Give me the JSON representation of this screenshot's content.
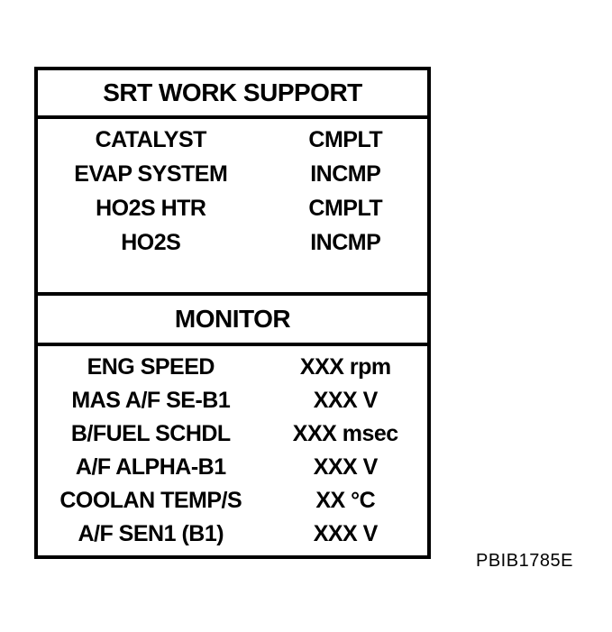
{
  "screen": {
    "title": "SRT WORK SUPPORT",
    "srt_rows": [
      {
        "label": "CATALYST",
        "value": "CMPLT"
      },
      {
        "label": "EVAP SYSTEM",
        "value": "INCMP"
      },
      {
        "label": "HO2S HTR",
        "value": "CMPLT"
      },
      {
        "label": "HO2S",
        "value": "INCMP"
      }
    ],
    "monitor_title": "MONITOR",
    "monitor_rows": [
      {
        "label": "ENG SPEED",
        "value": "XXX rpm"
      },
      {
        "label": "MAS A/F SE-B1",
        "value": "XXX V"
      },
      {
        "label": "B/FUEL SCHDL",
        "value": "XXX msec"
      },
      {
        "label": "A/F ALPHA-B1",
        "value": "XXX V"
      },
      {
        "label": "COOLAN TEMP/S",
        "value": "XX °C"
      },
      {
        "label": "A/F SEN1 (B1)",
        "value": "XXX V"
      }
    ]
  },
  "caption": "PBIB1785E",
  "colors": {
    "ink": "#000000",
    "background": "#ffffff"
  }
}
